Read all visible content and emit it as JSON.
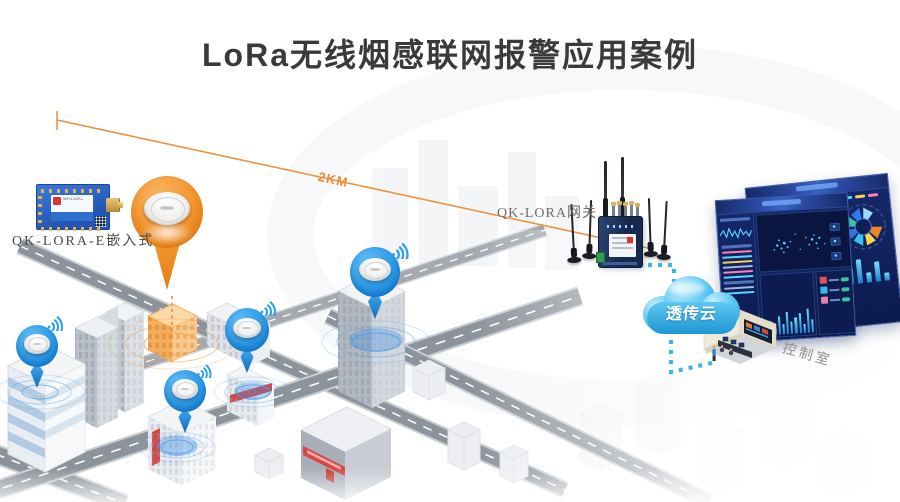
{
  "page": {
    "title": "LoRa无线烟感联网报警应用案例"
  },
  "link": {
    "distance_label": "2KM"
  },
  "module": {
    "caption": "QK-LORA-E嵌入式",
    "board_label": "WH-L102-L"
  },
  "gateway": {
    "caption": "QK-LORA网关"
  },
  "cloud": {
    "label": "透传云"
  },
  "control_room": {
    "caption": "控制室"
  },
  "icons": [
    "smoke-detector-pin",
    "wifi-signal-icon",
    "cloud-icon",
    "antenna-icon",
    "dashboard-screens"
  ],
  "colors": {
    "accent_orange": "#EF8B35",
    "pin_blue": "#2E9BE6",
    "cloud_blue": "#38B6F0",
    "screen_navy": "#13255F",
    "alarm_red": "#DD4A43",
    "road_gray": "#8D939B"
  }
}
